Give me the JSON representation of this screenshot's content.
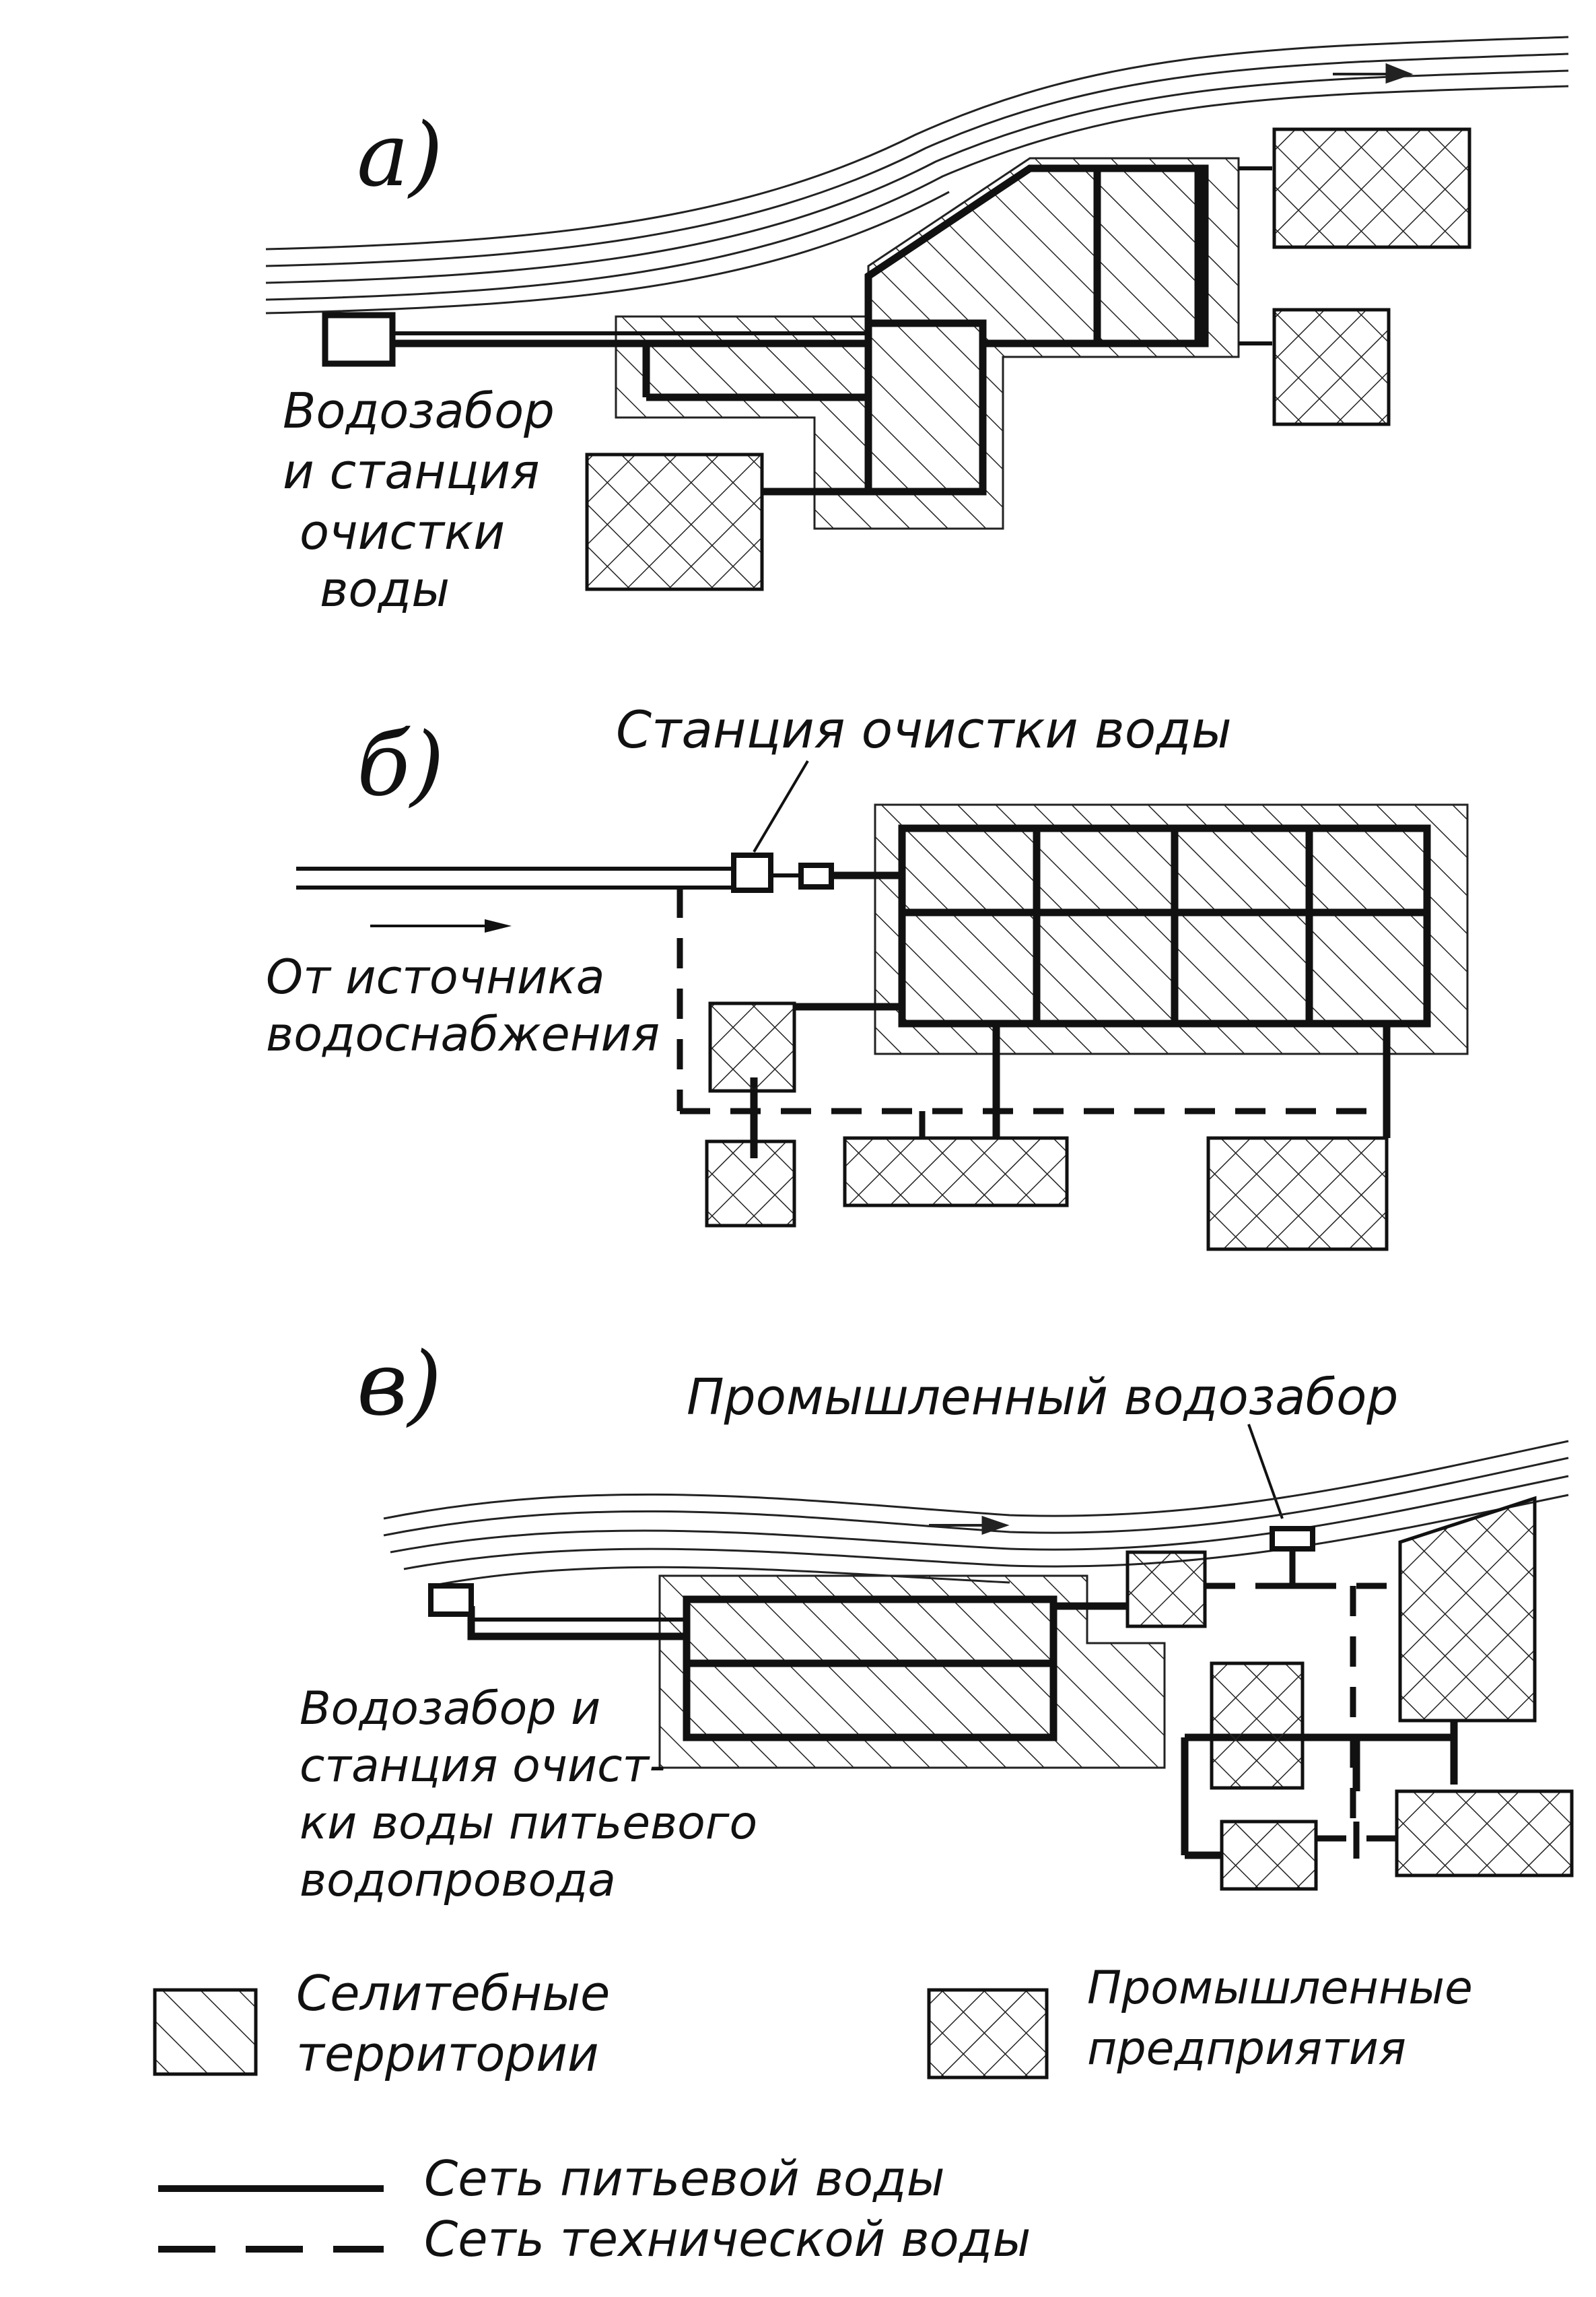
{
  "scheme_a": {
    "letter": "а)",
    "intake_label": [
      "Водозабор",
      "и станция",
      "очистки",
      "воды"
    ]
  },
  "scheme_b": {
    "letter": "б)",
    "station_label": "Станция очистки воды",
    "source_label": [
      "От источника",
      "водоснабжения"
    ]
  },
  "scheme_v": {
    "letter": "в)",
    "industrial_intake_label": "Промышленный водозабор",
    "intake_label": [
      "Водозабор и",
      "станция очист-",
      "ки воды питьевого",
      "водопровода"
    ]
  },
  "legend": {
    "residential": [
      "Селитебные",
      "территории"
    ],
    "industrial": [
      "Промышленные",
      "предприятия"
    ],
    "potable": "Сеть питьевой воды",
    "technical": "Сеть технической воды"
  }
}
